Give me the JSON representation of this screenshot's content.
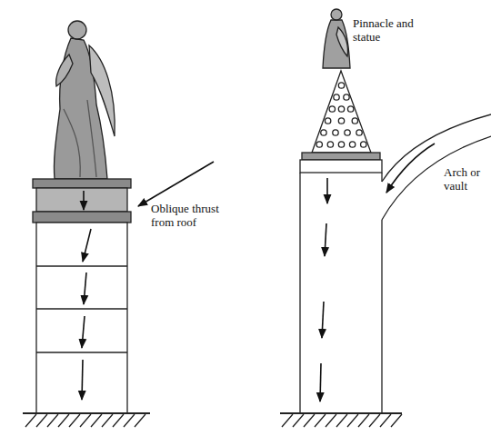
{
  "diagram": {
    "labels": [
      "Oblique thrust from roof",
      "Pinnacle and statue",
      "Arch or vault"
    ]
  }
}
